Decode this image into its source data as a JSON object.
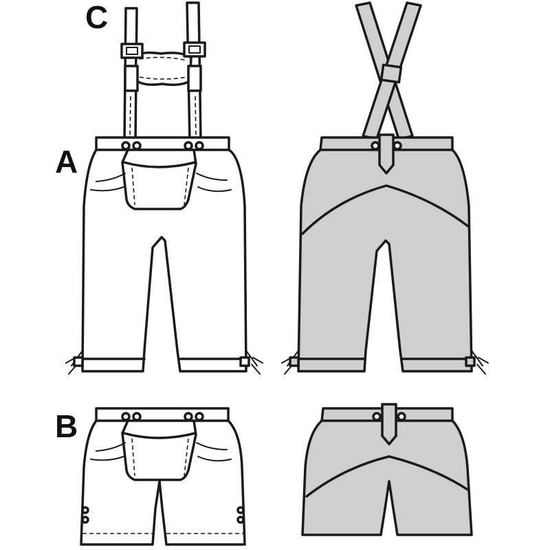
{
  "labels": {
    "c": "C",
    "a": "A",
    "b": "B"
  },
  "colors": {
    "ink": "#1a1a1a",
    "front_fill": "#ffffff",
    "back_fill": "#cfcfcf",
    "background": "#ffffff"
  },
  "views": [
    {
      "id": "suspenders",
      "style": "C",
      "view": "front"
    },
    {
      "id": "long-front",
      "style": "A",
      "view": "front"
    },
    {
      "id": "long-back",
      "style": "A",
      "view": "back"
    },
    {
      "id": "short-front",
      "style": "B",
      "view": "front"
    },
    {
      "id": "short-back",
      "style": "B",
      "view": "back"
    }
  ]
}
